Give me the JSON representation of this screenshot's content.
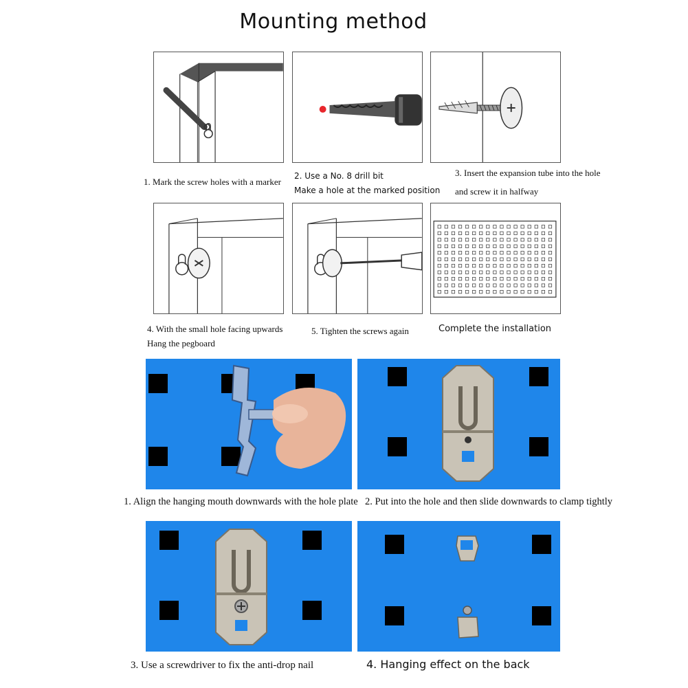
{
  "title": "Mounting method",
  "steps_top": [
    {
      "lines": [
        "1. Mark the screw holes with a marker"
      ]
    },
    {
      "lines": [
        "2. Use a No. 8 drill bit",
        "Make a hole at the marked position"
      ]
    },
    {
      "lines": [
        "3. Insert the expansion tube into the hole",
        "and screw it in halfway"
      ]
    },
    {
      "lines": [
        "4. With the small hole facing upwards",
        "Hang the pegboard"
      ]
    },
    {
      "lines": [
        "5. Tighten the screws again"
      ]
    },
    {
      "lines": [
        "Complete the installation"
      ]
    }
  ],
  "steps_photo": [
    {
      "caption": "1. Align the hanging mouth downwards with the hole plate"
    },
    {
      "caption": "2. Put into the hole and then slide downwards to clamp tightly"
    },
    {
      "caption": "3. Use a screwdriver to fix the anti-drop nail"
    },
    {
      "caption": "4. Hanging effect on the back"
    }
  ],
  "colors": {
    "pegboard_blue": "#1f86ea",
    "hole": "#000000",
    "metal": "#c9c3b6",
    "drill_mark": "#e8262c"
  }
}
